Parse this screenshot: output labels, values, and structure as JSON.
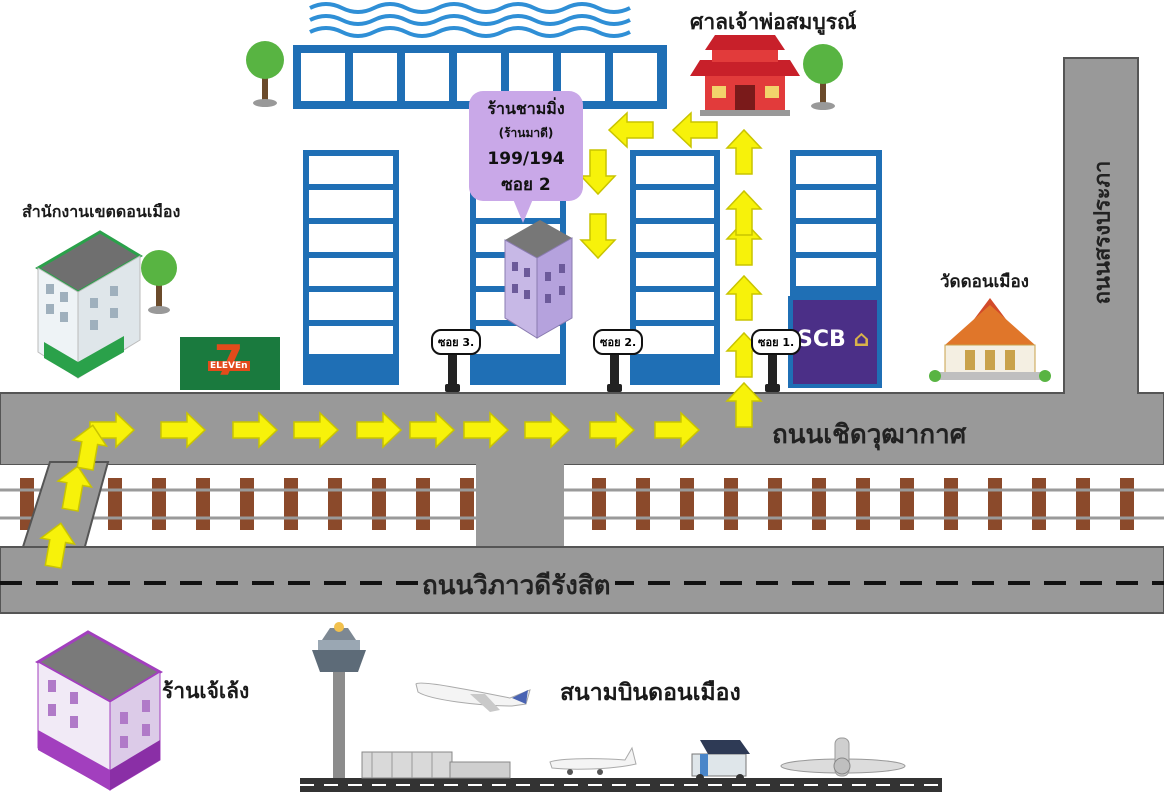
{
  "places": {
    "shrine": "ศาลเจ้าพ่อสมบูรณ์",
    "district_office": "สำนักงานเขตดอนเมือง",
    "temple": "วัดดอนเมือง",
    "shop_name": "ร้านชามมิ่ง",
    "shop_alt": "(ร้านมาดี)",
    "shop_number": "199/194",
    "shop_soi": "ซอย 2",
    "jae_leng": "ร้านเจ้เล้ง",
    "airport": "สนามบินดอนเมือง"
  },
  "roads": {
    "choet_wutthakat": "ถนนเชิดวุฒากาศ",
    "vibhavadi": "ถนนวิภาวดีรังสิต",
    "song_prapa": "ถนนสรงประภา"
  },
  "soi": {
    "soi1": "ซอย 1.",
    "soi2": "ซอย 2.",
    "soi3": "ซอย 3."
  },
  "brands": {
    "seven_number": "7",
    "seven_word": "ELEVEn",
    "scb": "SCB"
  },
  "colors": {
    "road": "#999999",
    "road_edge": "#555555",
    "building_blue": "#1f6fb5",
    "arrow": "#f7f20a",
    "arrow_edge": "#c9c400",
    "rail_tie": "#8b4a2b",
    "bubble": "#c9a8e8",
    "water": "#2f8fd6"
  },
  "icons": [
    "tree-icon",
    "shrine-icon",
    "temple-icon",
    "control-tower-icon",
    "airplane-icon",
    "jet-bridge-icon"
  ]
}
